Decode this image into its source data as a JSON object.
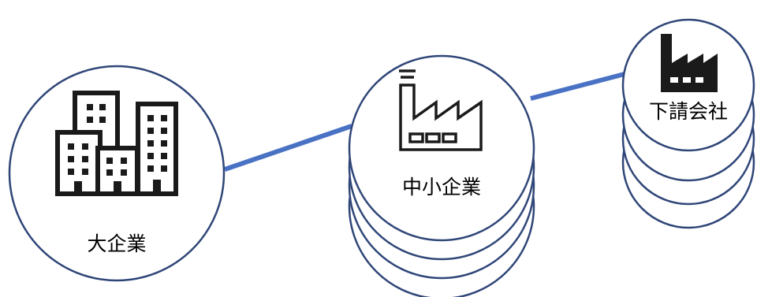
{
  "nodes": {
    "large": {
      "label": "大企業",
      "icon": "office-buildings-icon"
    },
    "sme": {
      "label": "中小企業",
      "icon": "factory-outline-icon"
    },
    "sub": {
      "label": "下請会社",
      "icon": "factory-filled-icon"
    }
  },
  "colors": {
    "circle_stroke": "#2f4678",
    "connector": "#4a72c4",
    "icon": "#1a1a1a"
  }
}
